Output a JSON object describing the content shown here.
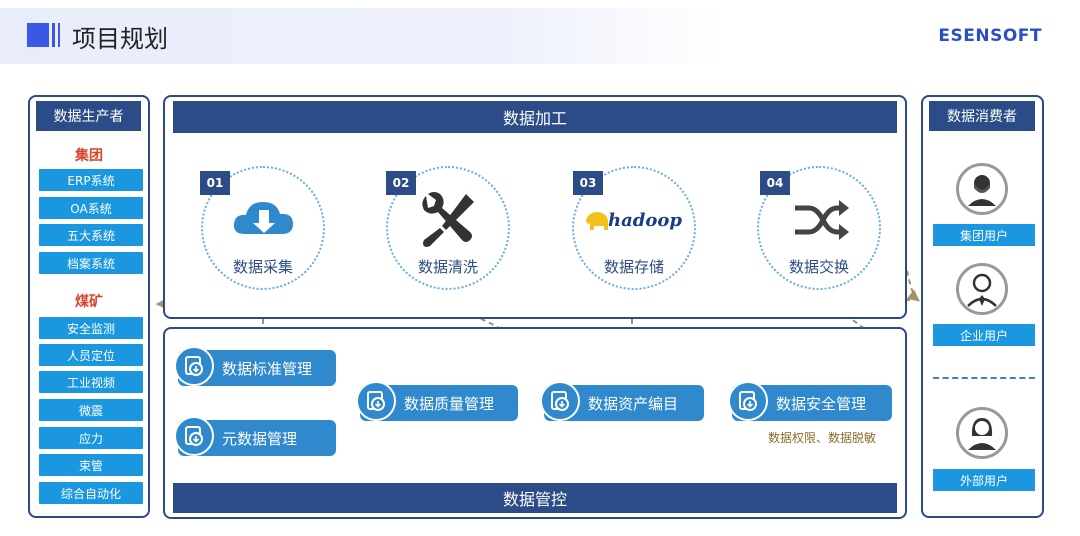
{
  "header": {
    "title": "项目规划",
    "brand": "ESENSOFT"
  },
  "producers": {
    "title": "数据生产者",
    "group1": {
      "label": "集团",
      "items": [
        "ERP系统",
        "OA系统",
        "五大系统",
        "档案系统"
      ]
    },
    "group2": {
      "label": "煤矿",
      "items": [
        "安全监测",
        "人员定位",
        "工业视频",
        "微震",
        "应力",
        "束管",
        "综合自动化"
      ]
    }
  },
  "processing": {
    "title": "数据加工",
    "steps": [
      {
        "num": "01",
        "label": "数据采集",
        "icon": "cloud-download-icon"
      },
      {
        "num": "02",
        "label": "数据清洗",
        "icon": "wrench-screwdriver-icon"
      },
      {
        "num": "03",
        "label": "数据存储",
        "icon": "hadoop-logo",
        "logo_text": "hadoop"
      },
      {
        "num": "04",
        "label": "数据交换",
        "icon": "shuffle-icon"
      }
    ]
  },
  "governance": {
    "title": "数据管控",
    "modules": [
      "数据标准管理",
      "元数据管理",
      "数据质量管理",
      "数据资产编目",
      "数据安全管理"
    ],
    "security_note": "数据权限、数据脱敏"
  },
  "consumers": {
    "title": "数据消费者",
    "users": [
      "集团用户",
      "企业用户",
      "外部用户"
    ]
  },
  "colors": {
    "navy": "#2b4c86",
    "blue": "#1a97de",
    "pill": "#2f89cc",
    "arrow": "#a59366",
    "accent_red": "#d9442b"
  }
}
